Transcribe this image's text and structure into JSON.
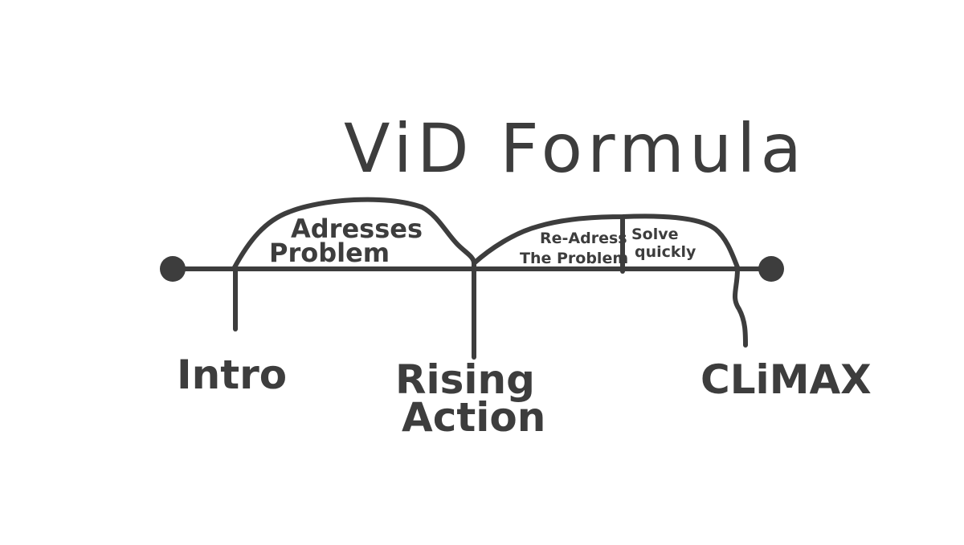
{
  "diagram": {
    "title": "ViD Formula",
    "stages": [
      {
        "label_lines": [
          "Intro"
        ]
      },
      {
        "label_lines": [
          "Rising",
          "Action"
        ]
      },
      {
        "label_lines": [
          "CLiMAX"
        ]
      }
    ],
    "humps": [
      {
        "label_lines": [
          "Adresses",
          "Problem"
        ]
      },
      {
        "label_lines": [
          "Re-Adress",
          "The Problem"
        ]
      },
      {
        "label_lines": [
          "Solve",
          "quickly"
        ]
      }
    ],
    "colors": {
      "ink": "#3d3d3d",
      "background": "#ffffff"
    }
  }
}
